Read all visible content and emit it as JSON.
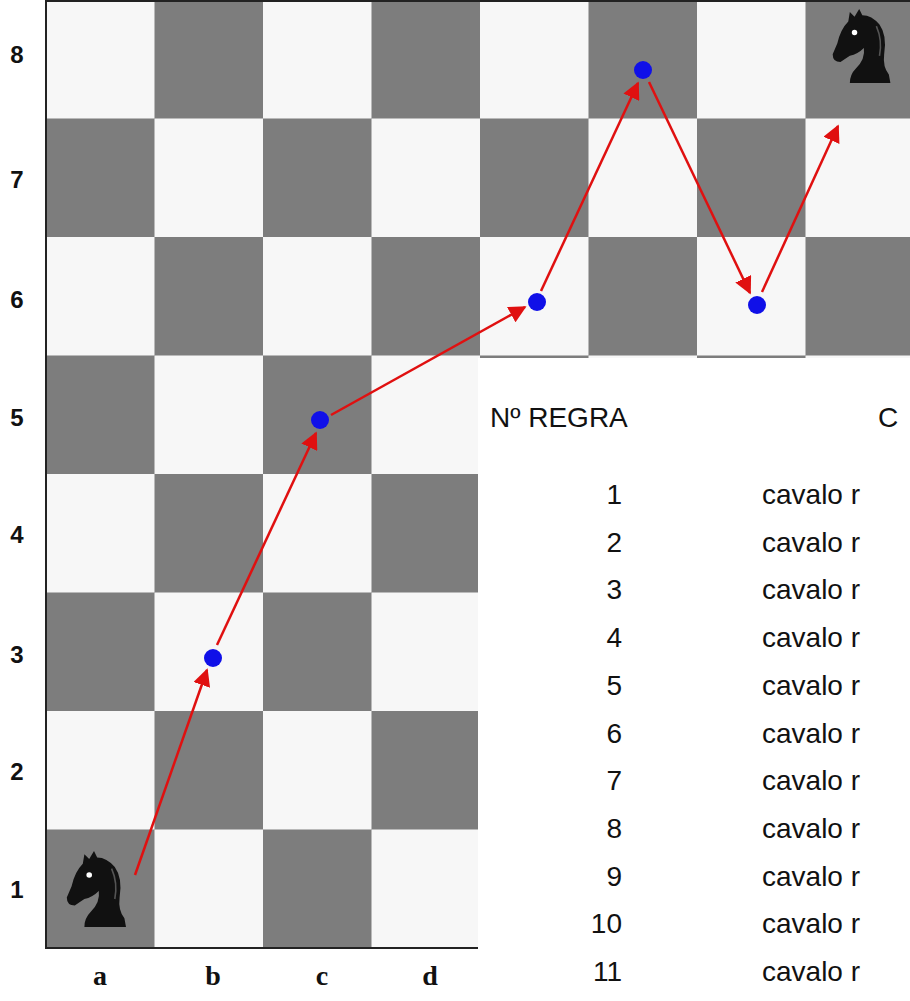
{
  "diagram": {
    "labels": [
      "8",
      "7",
      "6",
      "5",
      "4",
      "3",
      "2",
      "1",
      "a",
      "b",
      "c",
      "d",
      "Nº REGRA",
      "C",
      "1",
      "cavalo r",
      "2",
      "cavalo r",
      "3",
      "cavalo r",
      "4",
      "cavalo r",
      "5",
      "cavalo r",
      "6",
      "cavalo r",
      "7",
      "cavalo r",
      "8",
      "cavalo r",
      "9",
      "cavalo r",
      "10",
      "cavalo r",
      "11",
      "cavalo r"
    ]
  }
}
